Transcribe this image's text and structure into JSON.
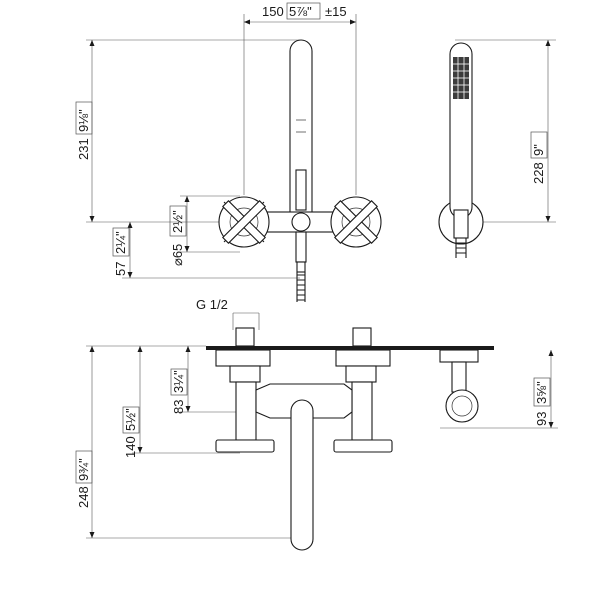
{
  "dimensions": {
    "width_150": "150",
    "width_150_in": "5⅞\"",
    "width_tol": "±15",
    "height_231": "231",
    "height_231_in": "9⅛\"",
    "height_228": "228",
    "height_228_in": "9\"",
    "dia_65": "⌀65",
    "dia_65_in": "2½\"",
    "h_57": "57",
    "h_57_in": "2¼\"",
    "thread": "G 1/2",
    "h_248": "248",
    "h_248_in": "9¾\"",
    "h_140": "140",
    "h_140_in": "5½\"",
    "h_83": "83",
    "h_83_in": "3¼\"",
    "h_93": "93",
    "h_93_in": "3⅝\""
  },
  "colors": {
    "line": "#1a1a1a",
    "dimension": "#555555",
    "background": "#ffffff"
  }
}
